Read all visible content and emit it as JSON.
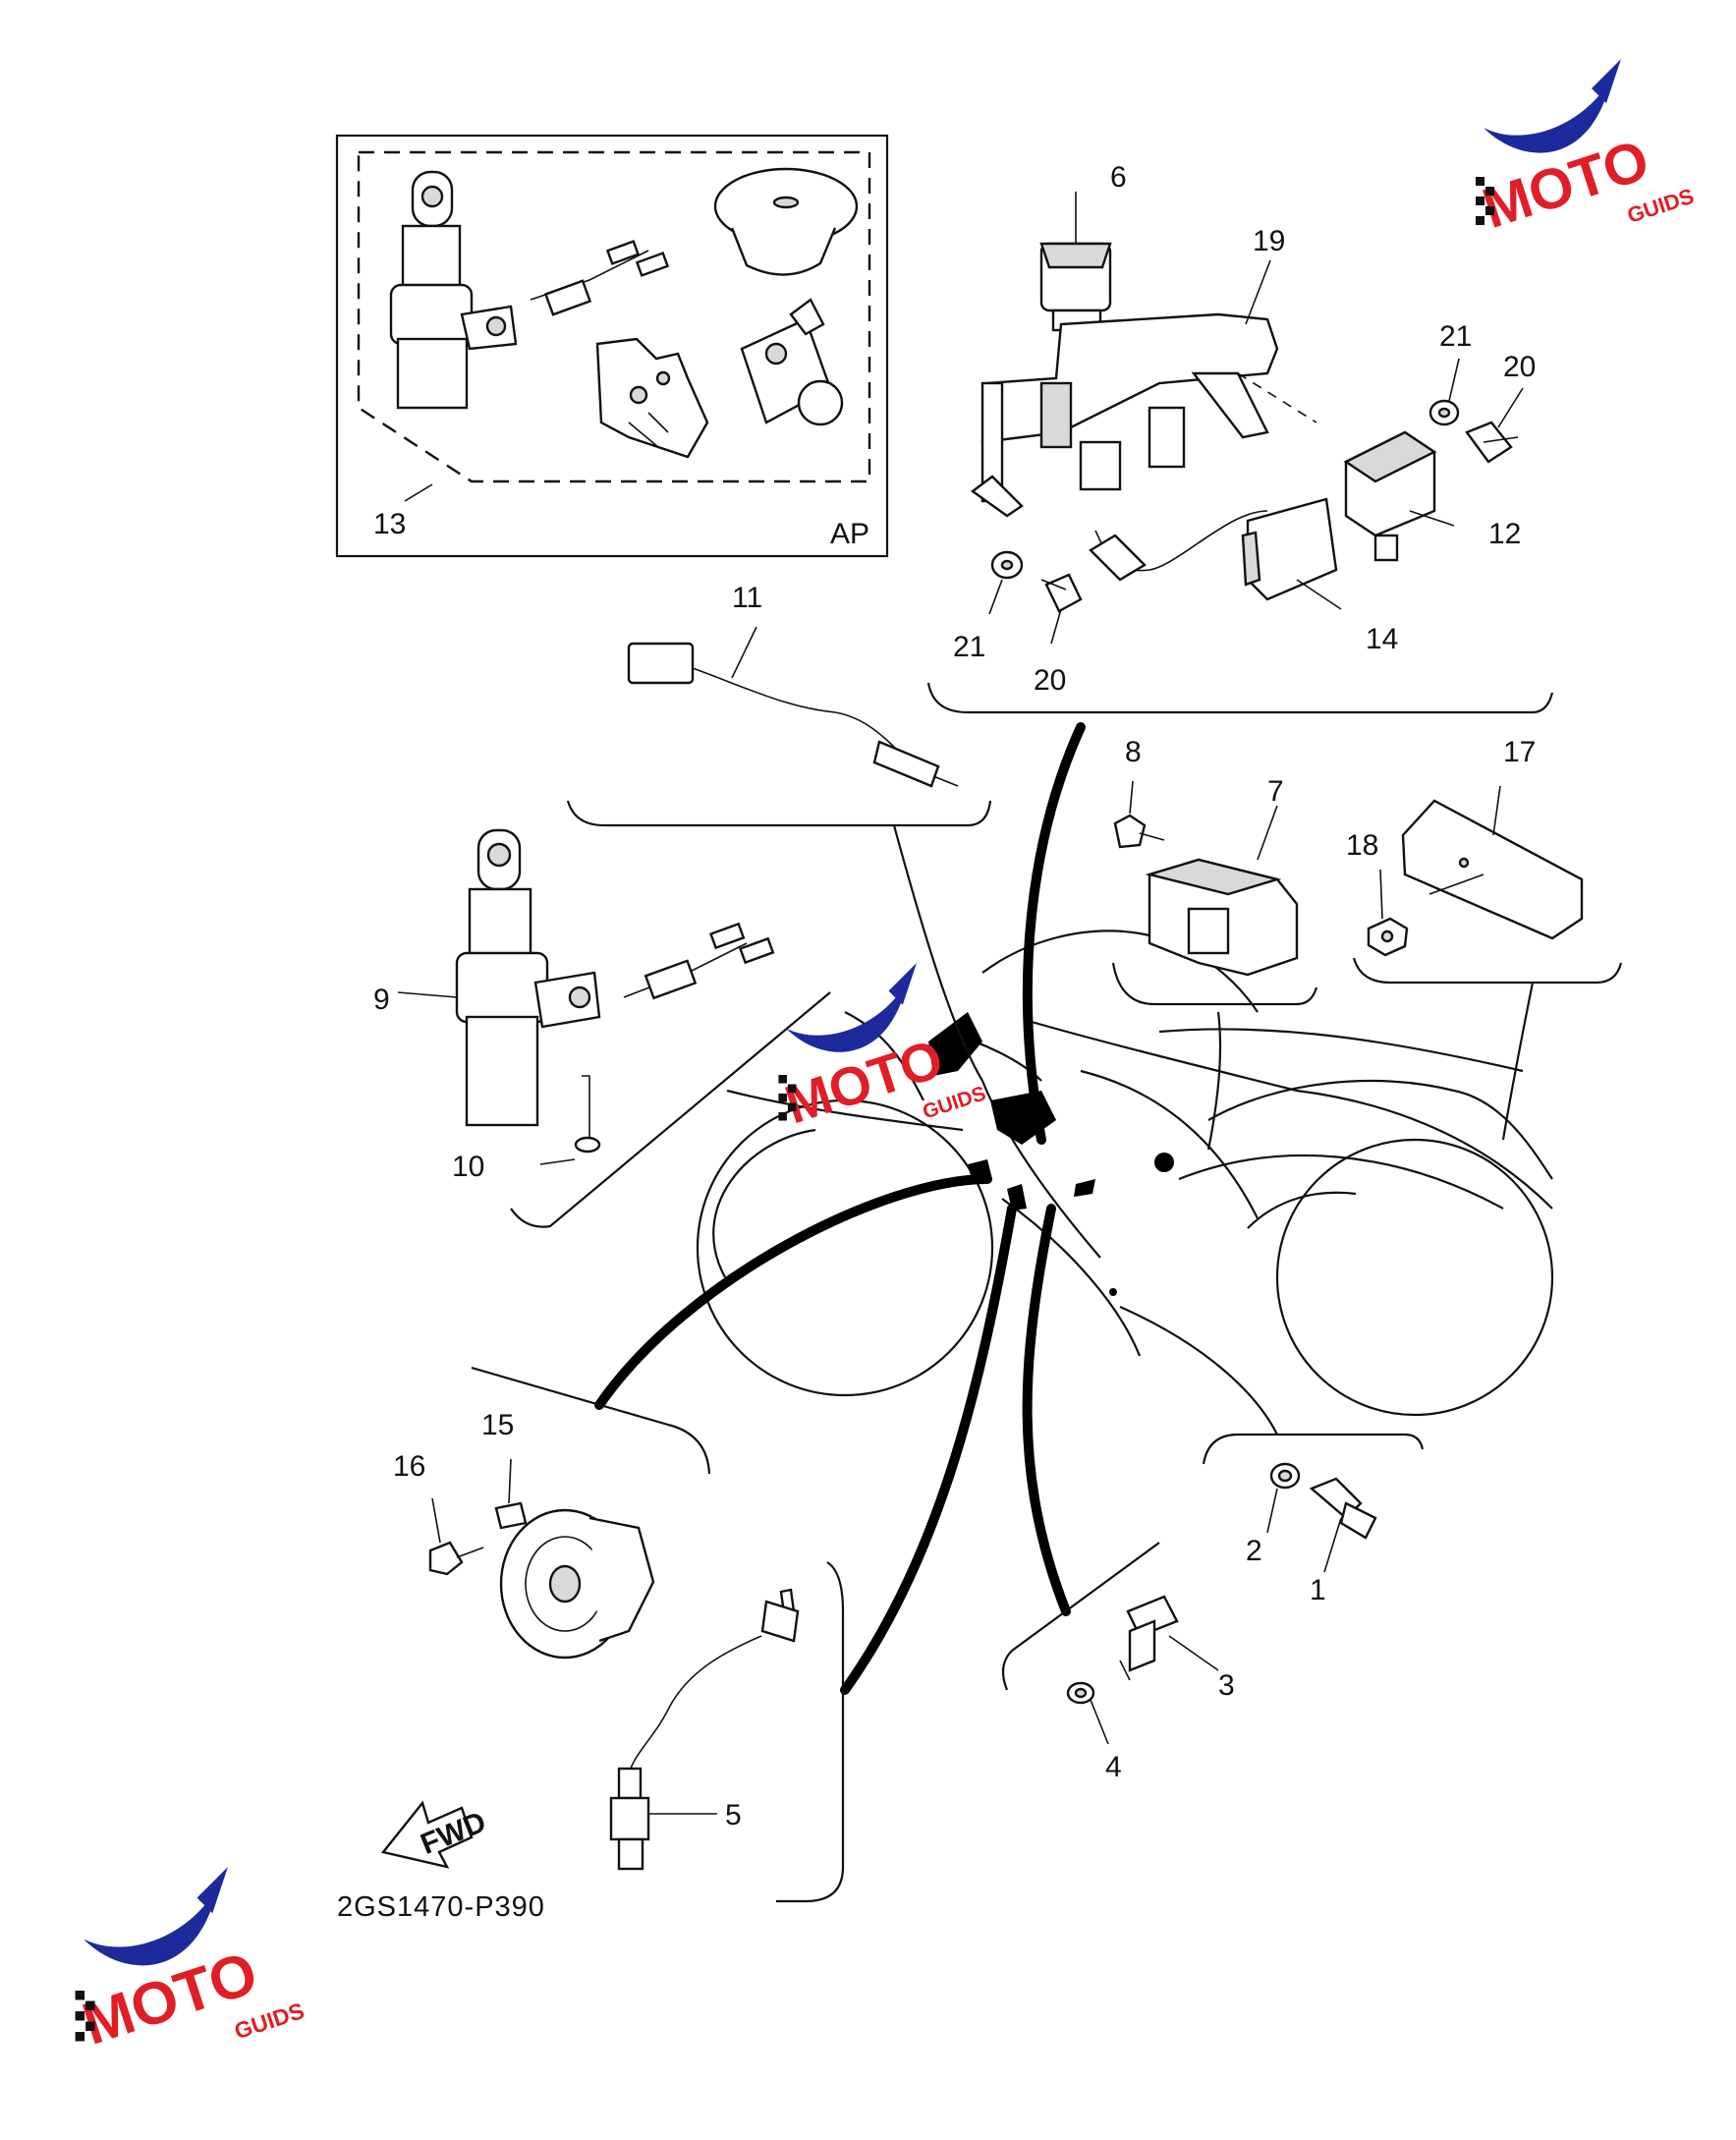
{
  "diagram": {
    "drawing_code": "2GS1470-P390",
    "fwd_label": "FWD",
    "assembly_label": "AP",
    "brand": {
      "logo_text_main": "MOTO",
      "logo_text_small": "GUIDS",
      "colors": {
        "red": "#e01e26",
        "blue": "#1c2a9c",
        "black": "#111111"
      }
    },
    "callouts": [
      "1",
      "2",
      "3",
      "4",
      "5",
      "6",
      "7",
      "8",
      "9",
      "10",
      "11",
      "12",
      "13",
      "14",
      "15",
      "16",
      "17",
      "18",
      "19",
      "20",
      "20",
      "21",
      "21"
    ]
  }
}
